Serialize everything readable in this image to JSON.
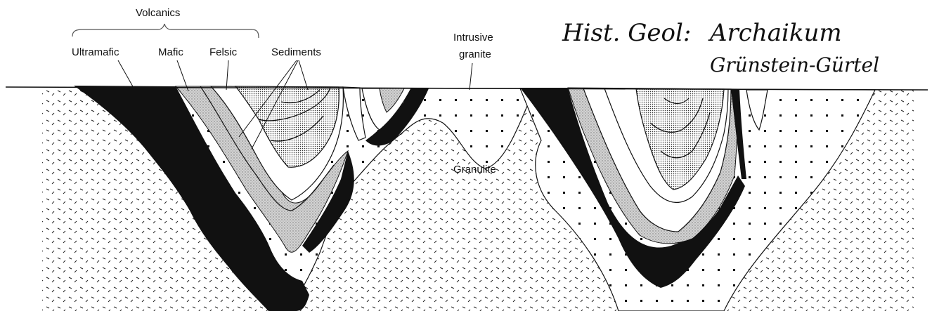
{
  "labels": {
    "volcanics": "Volcanics",
    "ultramafic": "Ultramafic",
    "mafic": "Mafic",
    "felsic": "Felsic",
    "sediments": "Sediments",
    "intrusive_line1": "Intrusive",
    "intrusive_line2": "granite",
    "granulite": "Granulite"
  },
  "handwriting": {
    "line1_left": "Hist. Geol:",
    "line1_right": "Archaikum",
    "line2": "Grünstein-Gürtel"
  },
  "colors": {
    "ink": "#111111",
    "paper": "#ffffff",
    "mafic_stipple": "#b9b9b9",
    "sediment_stipple": "#8c8c8c"
  }
}
